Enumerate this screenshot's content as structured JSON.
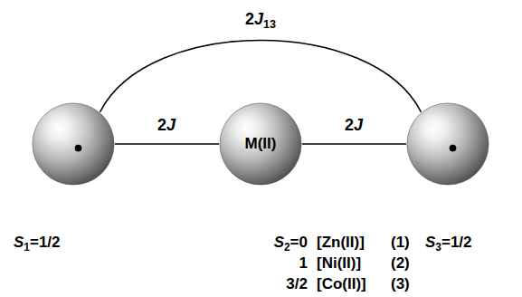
{
  "diagram": {
    "nodes": [
      {
        "text": [
          "S1=1/2"
        ]
      },
      {
        "text": [
          "M(II)"
        ]
      },
      {
        "text": [
          "S3=1/2"
        ]
      }
    ],
    "edges": [
      {
        "from": 0,
        "to": 1,
        "label": "2J",
        "arrow": "none"
      },
      {
        "from": 1,
        "to": 2,
        "label": "2J",
        "arrow": "none"
      },
      {
        "from": 0,
        "to": 2,
        "label": "2J13",
        "arrow": "none"
      }
    ],
    "labels": [
      "S2=0",
      "[Zn(II)]",
      "(1)",
      "1",
      "[Ni(II)]",
      "(2)",
      "3/2",
      "[Co(II)]",
      "(3)"
    ]
  }
}
